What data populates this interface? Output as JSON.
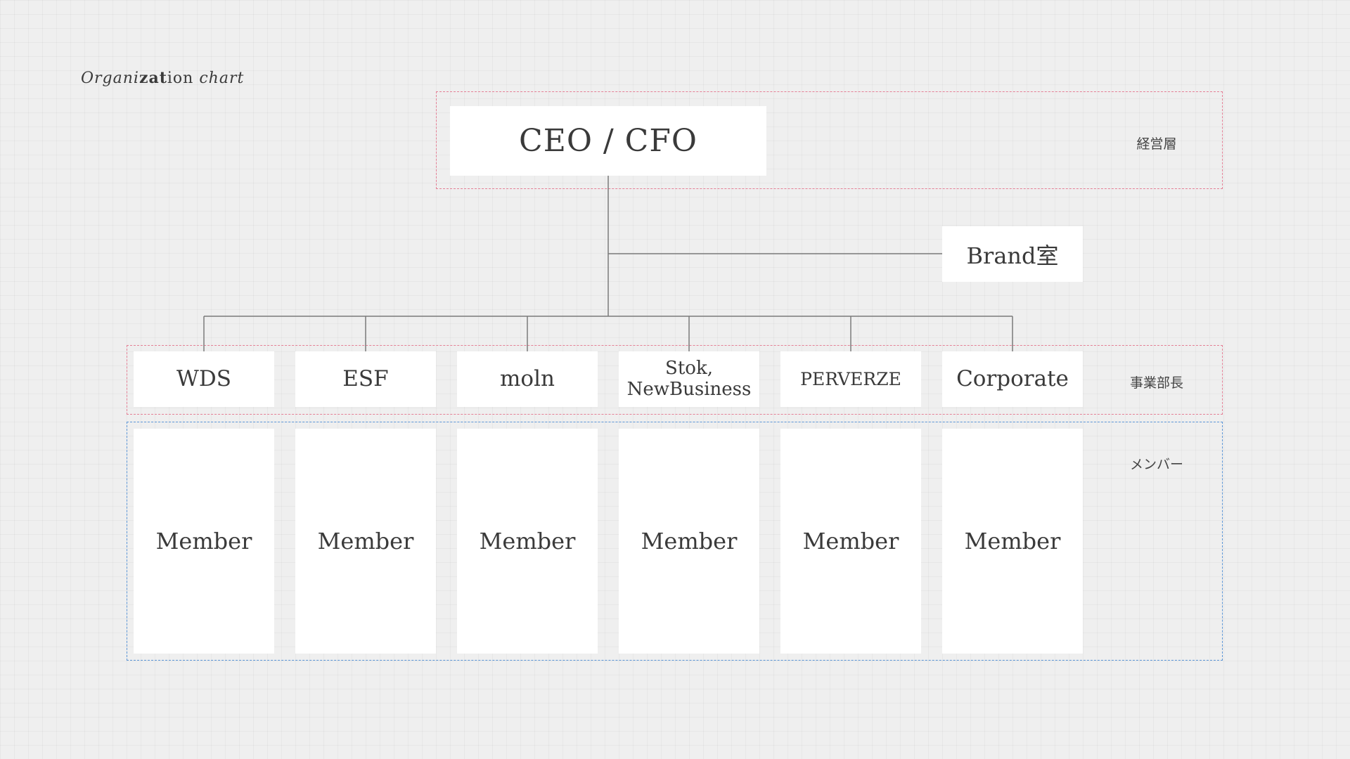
{
  "title": {
    "part1": "Organi",
    "part2": "zat",
    "part3": "ion ",
    "part4": "chart"
  },
  "layers": {
    "management": "経営層",
    "division_heads": "事業部長",
    "members": "メンバー"
  },
  "top": {
    "label": "CEO / CFO"
  },
  "side": {
    "label": "Brand室"
  },
  "divisions": [
    {
      "label": "WDS"
    },
    {
      "label": "ESF"
    },
    {
      "label": "moln"
    },
    {
      "label": "Stok,\nNewBusiness"
    },
    {
      "label": "PERVERZE"
    },
    {
      "label": "Corporate"
    }
  ],
  "members": [
    {
      "label": "Member"
    },
    {
      "label": "Member"
    },
    {
      "label": "Member"
    },
    {
      "label": "Member"
    },
    {
      "label": "Member"
    },
    {
      "label": "Member"
    }
  ],
  "colors": {
    "management_frame": "#e47f95",
    "division_frame": "#e47f95",
    "member_frame": "#5b95d6",
    "connector": "#7a7a7a"
  }
}
